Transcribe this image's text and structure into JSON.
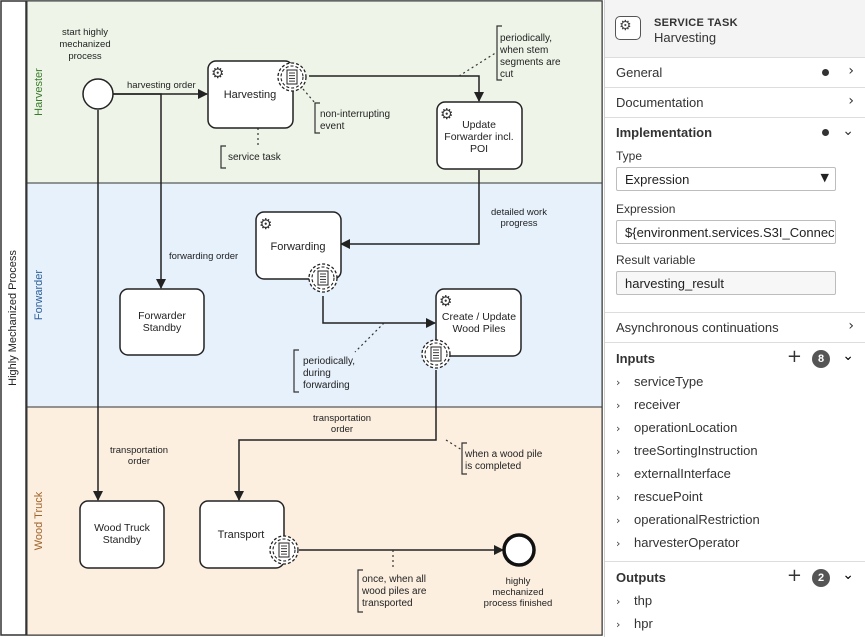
{
  "diagram": {
    "pool_label": "Highly Mechanized Process",
    "lanes": [
      {
        "label": "Harvester",
        "color": "#eef5e8"
      },
      {
        "label": "Forwarder",
        "color": "#e6f1fb"
      },
      {
        "label": "Wood Truck",
        "color": "#fcefe0"
      }
    ],
    "start_event_label": [
      "start highly",
      "mechanized",
      "process"
    ],
    "end_event_label": [
      "highly",
      "mechanized",
      "process finished"
    ],
    "tasks": {
      "harvesting": "Harvesting",
      "update_forwarder": [
        "Update",
        "Forwarder incl.",
        "POI"
      ],
      "forwarding": "Forwarding",
      "forwarder_standby": [
        "Forwarder",
        "Standby"
      ],
      "wood_piles": [
        "Create / Update",
        "Wood Piles"
      ],
      "truck_standby": [
        "Wood Truck",
        "Standby"
      ],
      "transport": "Transport"
    },
    "flow_labels": {
      "harvesting_order": "harvesting order",
      "forwarding_order": "forwarding order",
      "detailed_work": [
        "detailed work",
        "progress"
      ],
      "transportation_order_a": [
        "transportation",
        "order"
      ],
      "transportation_order_b": [
        "transportation",
        "order"
      ]
    },
    "annotations": {
      "stem_segments": [
        "periodically,",
        "when stem",
        "segments are",
        "cut"
      ],
      "non_interrupting": [
        "non-interrupting",
        "event"
      ],
      "service_task": "service task",
      "during_forwarding": [
        "periodically,",
        "during",
        "forwarding"
      ],
      "wood_pile_completed": [
        "when a wood pile",
        "is completed"
      ],
      "all_transported": [
        "once, when all",
        "wood piles are",
        "transported"
      ]
    }
  },
  "panel": {
    "element_type": "SERVICE TASK",
    "element_name": "Harvesting",
    "groups": {
      "general": "General",
      "documentation": "Documentation",
      "implementation": "Implementation",
      "async": "Asynchronous continuations",
      "inputs": "Inputs",
      "outputs": "Outputs"
    },
    "type_label": "Type",
    "type_value": "Expression",
    "expression_label": "Expression",
    "expression_value": "${environment.services.S3I_Connec",
    "result_label": "Result variable",
    "result_value": "harvesting_result",
    "inputs_count": "8",
    "outputs_count": "2",
    "inputs": [
      "serviceType",
      "receiver",
      "operationLocation",
      "treeSortingInstruction",
      "externalInterface",
      "rescuePoint",
      "operationalRestriction",
      "harvesterOperator"
    ],
    "outputs": [
      "thp",
      "hpr"
    ]
  }
}
